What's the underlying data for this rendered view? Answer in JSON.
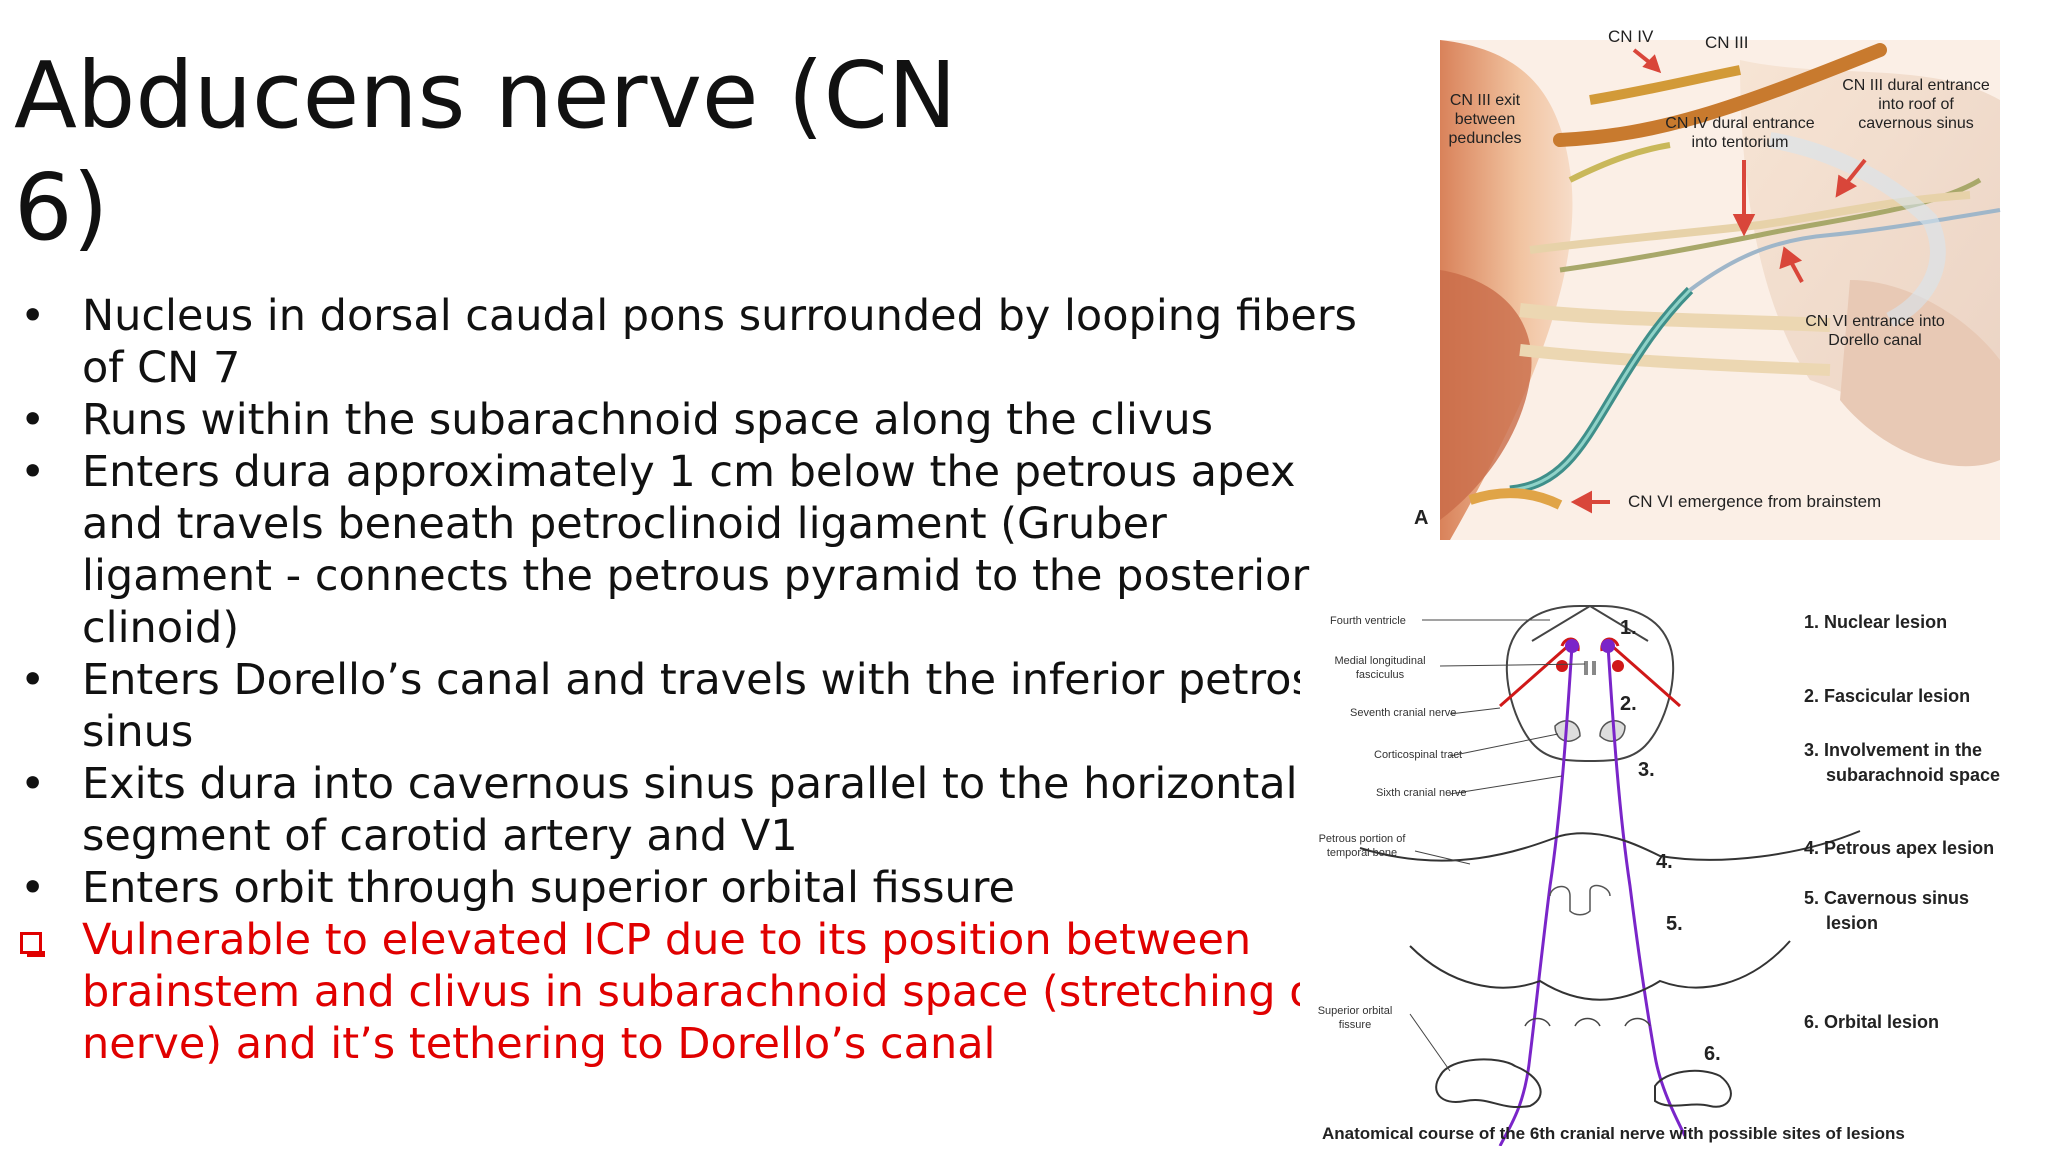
{
  "slide": {
    "title": "Abducens nerve (CN 6)",
    "bullets": [
      "Nucleus in dorsal caudal pons surrounded by looping fibers of CN 7",
      "Runs within the subarachnoid space along the clivus",
      "Enters dura approximately 1 cm below the petrous apex and travels beneath petroclinoid ligament (Gruber ligament - connects the petrous pyramid to the posterior clinoid)",
      "Enters Dorello’s canal and travels with the inferior petrosal sinus",
      "Exits dura into cavernous sinus parallel to the horizontal segment of carotid artery and V1",
      "Enters orbit through superior orbital fissure"
    ],
    "highlight": "Vulnerable to elevated ICP due to its position between brainstem and clivus in subarachnoid space (stretching of nerve) and it’s tethering to Dorello’s canal",
    "bullet_char": "•",
    "highlight_color": "#e00000"
  },
  "figure_a": {
    "panel_letter": "A",
    "labels": {
      "cn4": "CN IV",
      "cn3": "CN III",
      "cn3_exit": "CN III exit between peduncles",
      "cn4_dural": "CN IV dural entrance into tentorium",
      "cn3_dural": "CN III dural entrance into roof of cavernous sinus",
      "cn6_dorello": "CN VI entrance into Dorello canal",
      "cn6_emergence": "CN VI emergence from brainstem"
    }
  },
  "figure_b": {
    "left_labels": {
      "fourth_ventricle": "Fourth ventricle",
      "mlf": "Medial longitudinal fasciculus",
      "seventh": "Seventh cranial nerve",
      "corticospinal": "Corticospinal tract",
      "sixth": "Sixth cranial  nerve",
      "petrous": "Petrous portion of temporal bone",
      "sof": "Superior orbital fissure"
    },
    "sites": [
      "1.",
      "2.",
      "3.",
      "4.",
      "5.",
      "6."
    ],
    "lesions": [
      "1. Nuclear lesion",
      "2. Fascicular lesion",
      "3. Involvement in the subarachnoid space",
      "4. Petrous apex lesion",
      "5. Cavernous sinus lesion",
      "6. Orbital lesion"
    ],
    "caption": "Anatomical course of the 6th cranial nerve with possible sites of lesions"
  }
}
